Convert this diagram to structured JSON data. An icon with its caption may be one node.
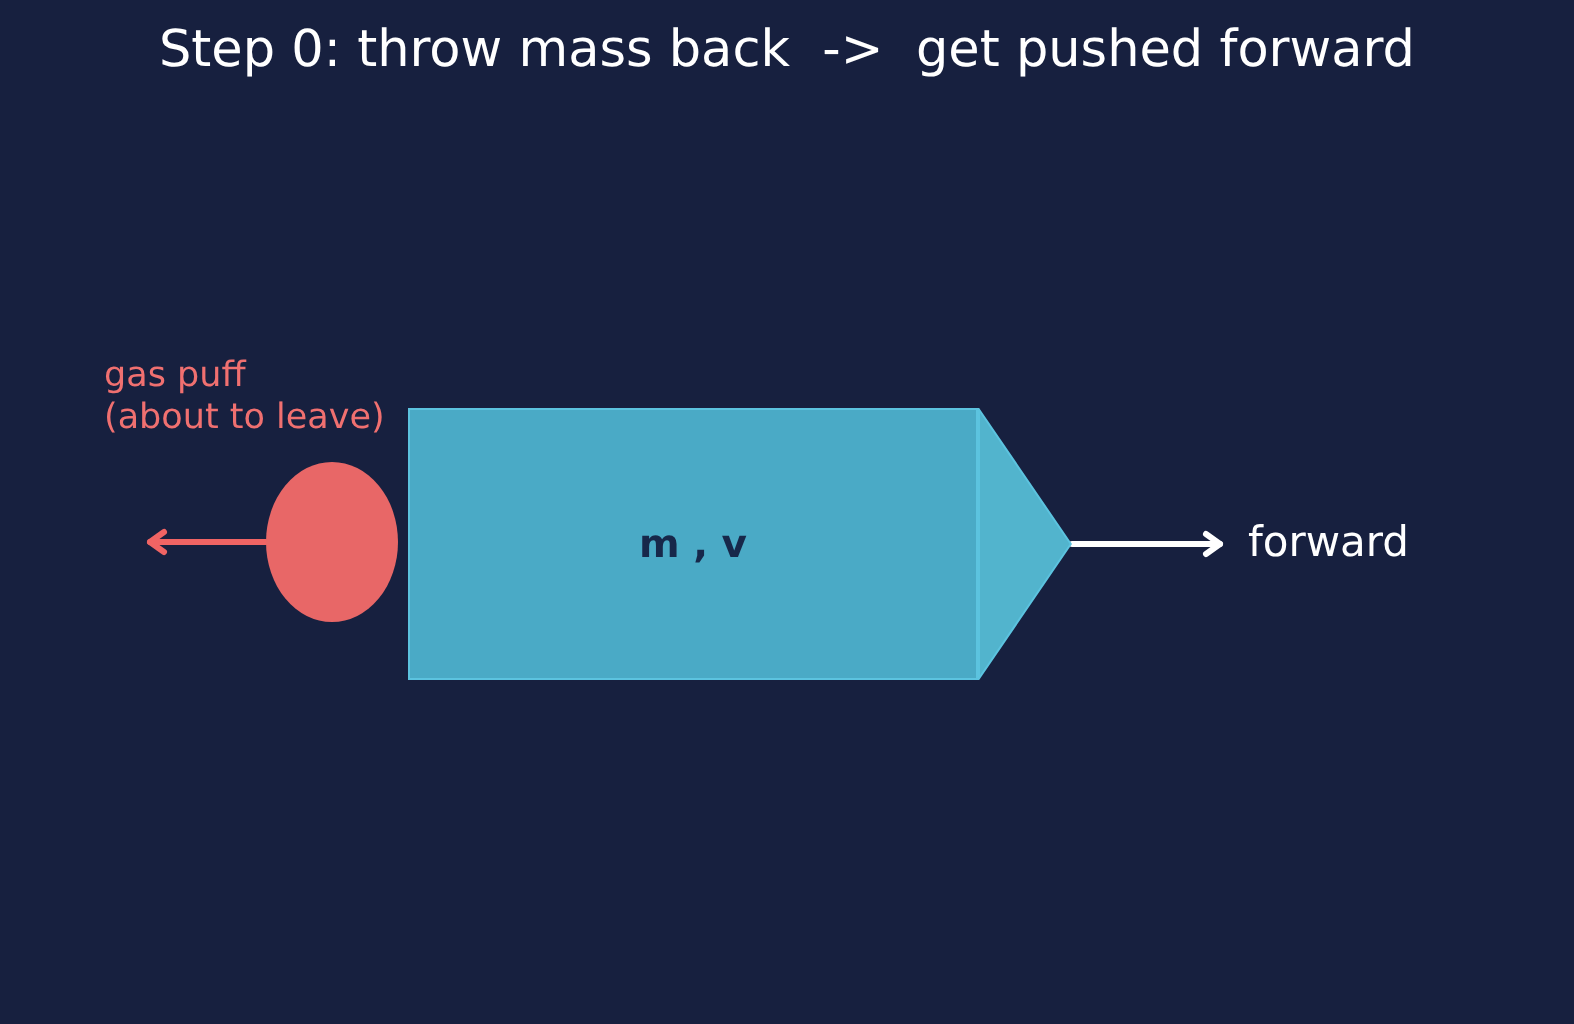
{
  "diagram": {
    "title": "Step 0: throw mass back  ->  get pushed forward",
    "nodes": [
      {
        "text": [],
        "shape": "circle",
        "beside": [
          "gas puff (about to leave)"
        ]
      },
      {
        "text": [
          "m , v"
        ]
      },
      {
        "text": [],
        "shape": "triangle"
      },
      {
        "text": [
          "forward"
        ]
      }
    ],
    "edges": [
      {
        "from": 0,
        "to": null,
        "arrow": "to",
        "color": "#f06464"
      },
      {
        "from": 2,
        "to": 3,
        "arrow": "to",
        "color": "#ffffff"
      }
    ]
  }
}
